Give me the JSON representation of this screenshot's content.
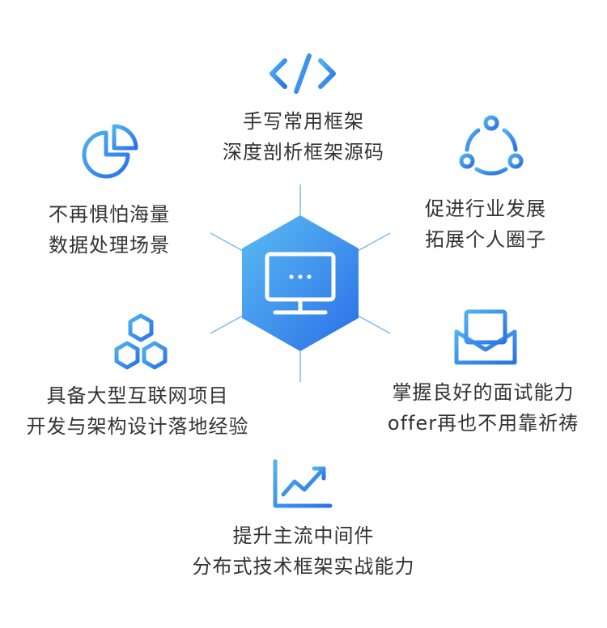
{
  "center": {
    "icon": "monitor-icon",
    "colors": {
      "start": "#5bbcf2",
      "end": "#2a6fe8"
    }
  },
  "accent": "#2f86e6",
  "line_color": "#7fb8ec",
  "features": [
    {
      "id": "top",
      "icon": "code-icon",
      "lines": [
        "手写常用框架",
        "深度剖析框架源码"
      ]
    },
    {
      "id": "upper-left",
      "icon": "pie-chart-icon",
      "lines": [
        "不再惧怕海量",
        "数据处理场景"
      ]
    },
    {
      "id": "upper-right",
      "icon": "share-icon",
      "lines": [
        "促进行业发展",
        "拓展个人圈子"
      ]
    },
    {
      "id": "lower-left",
      "icon": "hexagons-icon",
      "lines": [
        "具备大型互联网项目",
        "开发与架构设计落地经验"
      ]
    },
    {
      "id": "lower-right",
      "icon": "mail-icon",
      "lines": [
        "掌握良好的面试能力",
        "offer再也不用靠祈祷"
      ]
    },
    {
      "id": "bottom",
      "icon": "line-chart-icon",
      "lines": [
        "提升主流中间件",
        "分布式技术框架实战能力"
      ]
    }
  ]
}
